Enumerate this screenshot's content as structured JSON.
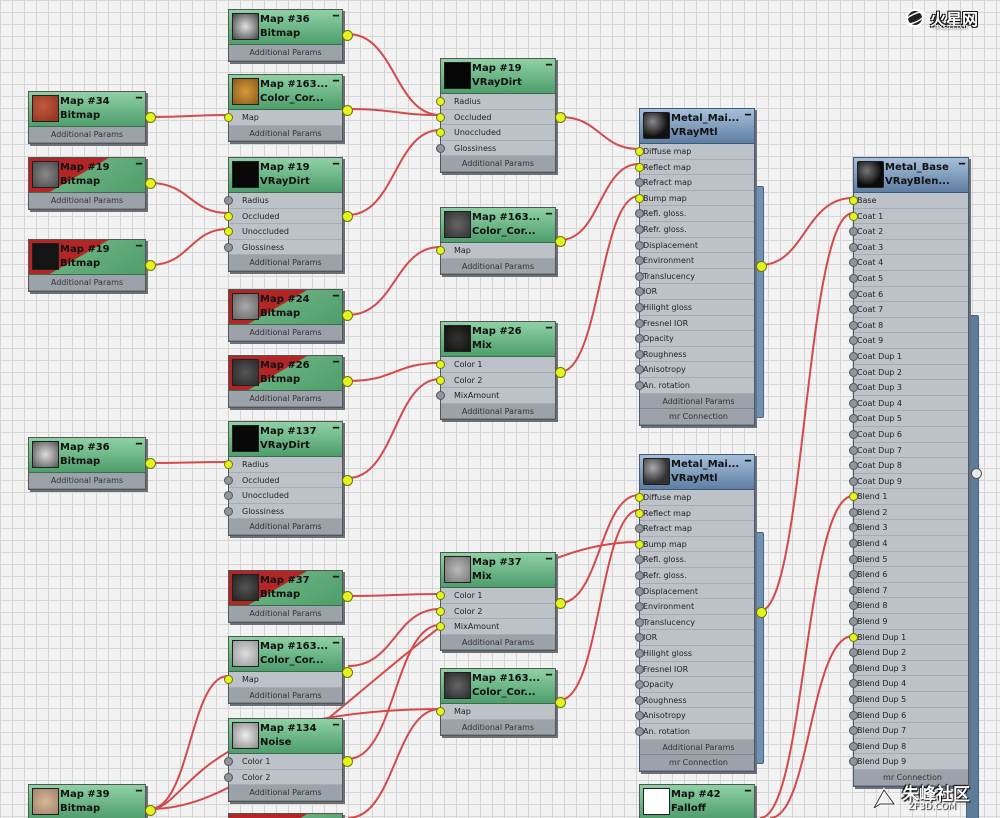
{
  "panels": {
    "bitmap_params": "Additional Params",
    "mr_connection": "mr Connection"
  },
  "sockets": {
    "map": "Map",
    "dirt": [
      "Radius",
      "Occluded",
      "Unoccluded",
      "Glossiness"
    ],
    "mix": [
      "Color 1",
      "Color 2",
      "MixAmount"
    ],
    "noise": [
      "Color 1",
      "Color 2"
    ],
    "vraymtl": [
      "Diffuse map",
      "Reflect map",
      "Refract map",
      "Bump map",
      "Refl. gloss.",
      "Refr. gloss.",
      "Displacement",
      "Environment",
      "Translucency",
      "IOR",
      "Hilight gloss",
      "Fresnel IOR",
      "Opacity",
      "Roughness",
      "Anisotropy",
      "An. rotation"
    ],
    "blend": [
      "Base",
      "Coat 1",
      "Coat 2",
      "Coat 3",
      "Coat 4",
      "Coat 5",
      "Coat 6",
      "Coat 7",
      "Coat 8",
      "Coat 9",
      "Coat Dup 1",
      "Coat Dup 2",
      "Coat Dup 3",
      "Coat Dup 4",
      "Coat Dup 5",
      "Coat Dup 6",
      "Coat Dup 7",
      "Coat Dup 8",
      "Coat Dup 9",
      "Blend 1",
      "Blend 2",
      "Blend 3",
      "Blend 4",
      "Blend 5",
      "Blend 6",
      "Blend 7",
      "Blend 8",
      "Blend 9",
      "Blend Dup 1",
      "Blend Dup 2",
      "Blend Dup 3",
      "Blend Dup 4",
      "Blend Dup 5",
      "Blend Dup 6",
      "Blend Dup 7",
      "Blend Dup 8",
      "Blend Dup 9"
    ]
  },
  "nodes": {
    "map34": {
      "name": "Map #34",
      "type": "Bitmap"
    },
    "map19a": {
      "name": "Map #19",
      "type": "Bitmap"
    },
    "map19b": {
      "name": "Map #19",
      "type": "Bitmap"
    },
    "map36a": {
      "name": "Map #36",
      "type": "Bitmap"
    },
    "map39": {
      "name": "Map #39",
      "type": "Bitmap"
    },
    "map36b": {
      "name": "Map #36",
      "type": "Bitmap"
    },
    "map163a": {
      "name": "Map #163...",
      "type": "Color_Cor..."
    },
    "map19c": {
      "name": "Map #19",
      "type": "VRayDirt"
    },
    "map24": {
      "name": "Map #24",
      "type": "Bitmap"
    },
    "map26b": {
      "name": "Map #26",
      "type": "Bitmap"
    },
    "map137": {
      "name": "Map #137",
      "type": "VRayDirt"
    },
    "map37b": {
      "name": "Map #37",
      "type": "Bitmap"
    },
    "map163c": {
      "name": "Map #163...",
      "type": "Color_Cor..."
    },
    "map134": {
      "name": "Map #134",
      "type": "Noise"
    },
    "map19d": {
      "name": "Map #19",
      "type": "VRayDirt"
    },
    "map163b": {
      "name": "Map #163...",
      "type": "Color_Cor..."
    },
    "map26": {
      "name": "Map #26",
      "type": "Mix"
    },
    "map37": {
      "name": "Map #37",
      "type": "Mix"
    },
    "map163d": {
      "name": "Map #163...",
      "type": "Color_Cor..."
    },
    "metal1": {
      "name": "Metal_Mai...",
      "type": "VRayMtl"
    },
    "metal2": {
      "name": "Metal_Mai...",
      "type": "VRayMtl"
    },
    "map42": {
      "name": "Map #42",
      "type": "Falloff"
    },
    "blend": {
      "name": "Metal_Base",
      "type": "VRayBlen..."
    }
  },
  "colors": {
    "map_header": "#5ea97a",
    "material_header": "#6f8fb3",
    "wire": "#d34a4a",
    "socket_connected": "#e4f51e",
    "socket_empty": "#8f959c",
    "node_body": "#bdc2c9"
  },
  "logo": {
    "name": "火星网",
    "url": "hxsd.com"
  },
  "watermark": {
    "name": "朱峰社区",
    "url": "ZF3D.COM"
  }
}
